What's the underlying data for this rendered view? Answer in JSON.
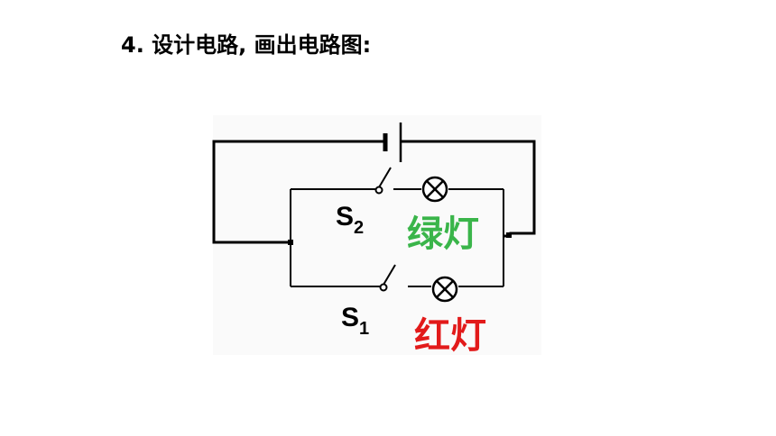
{
  "question": {
    "title": "4. 设计电路, 画出电路图:"
  },
  "circuit": {
    "switch_top": {
      "letter": "S",
      "subscript": "2"
    },
    "switch_bottom": {
      "letter": "S",
      "subscript": "1"
    },
    "lamp_top_label": "绿灯",
    "lamp_bottom_label": "红灯",
    "colors": {
      "green_label": "#3ab54a",
      "red_label": "#e21a1a",
      "wire": "#000000"
    }
  }
}
